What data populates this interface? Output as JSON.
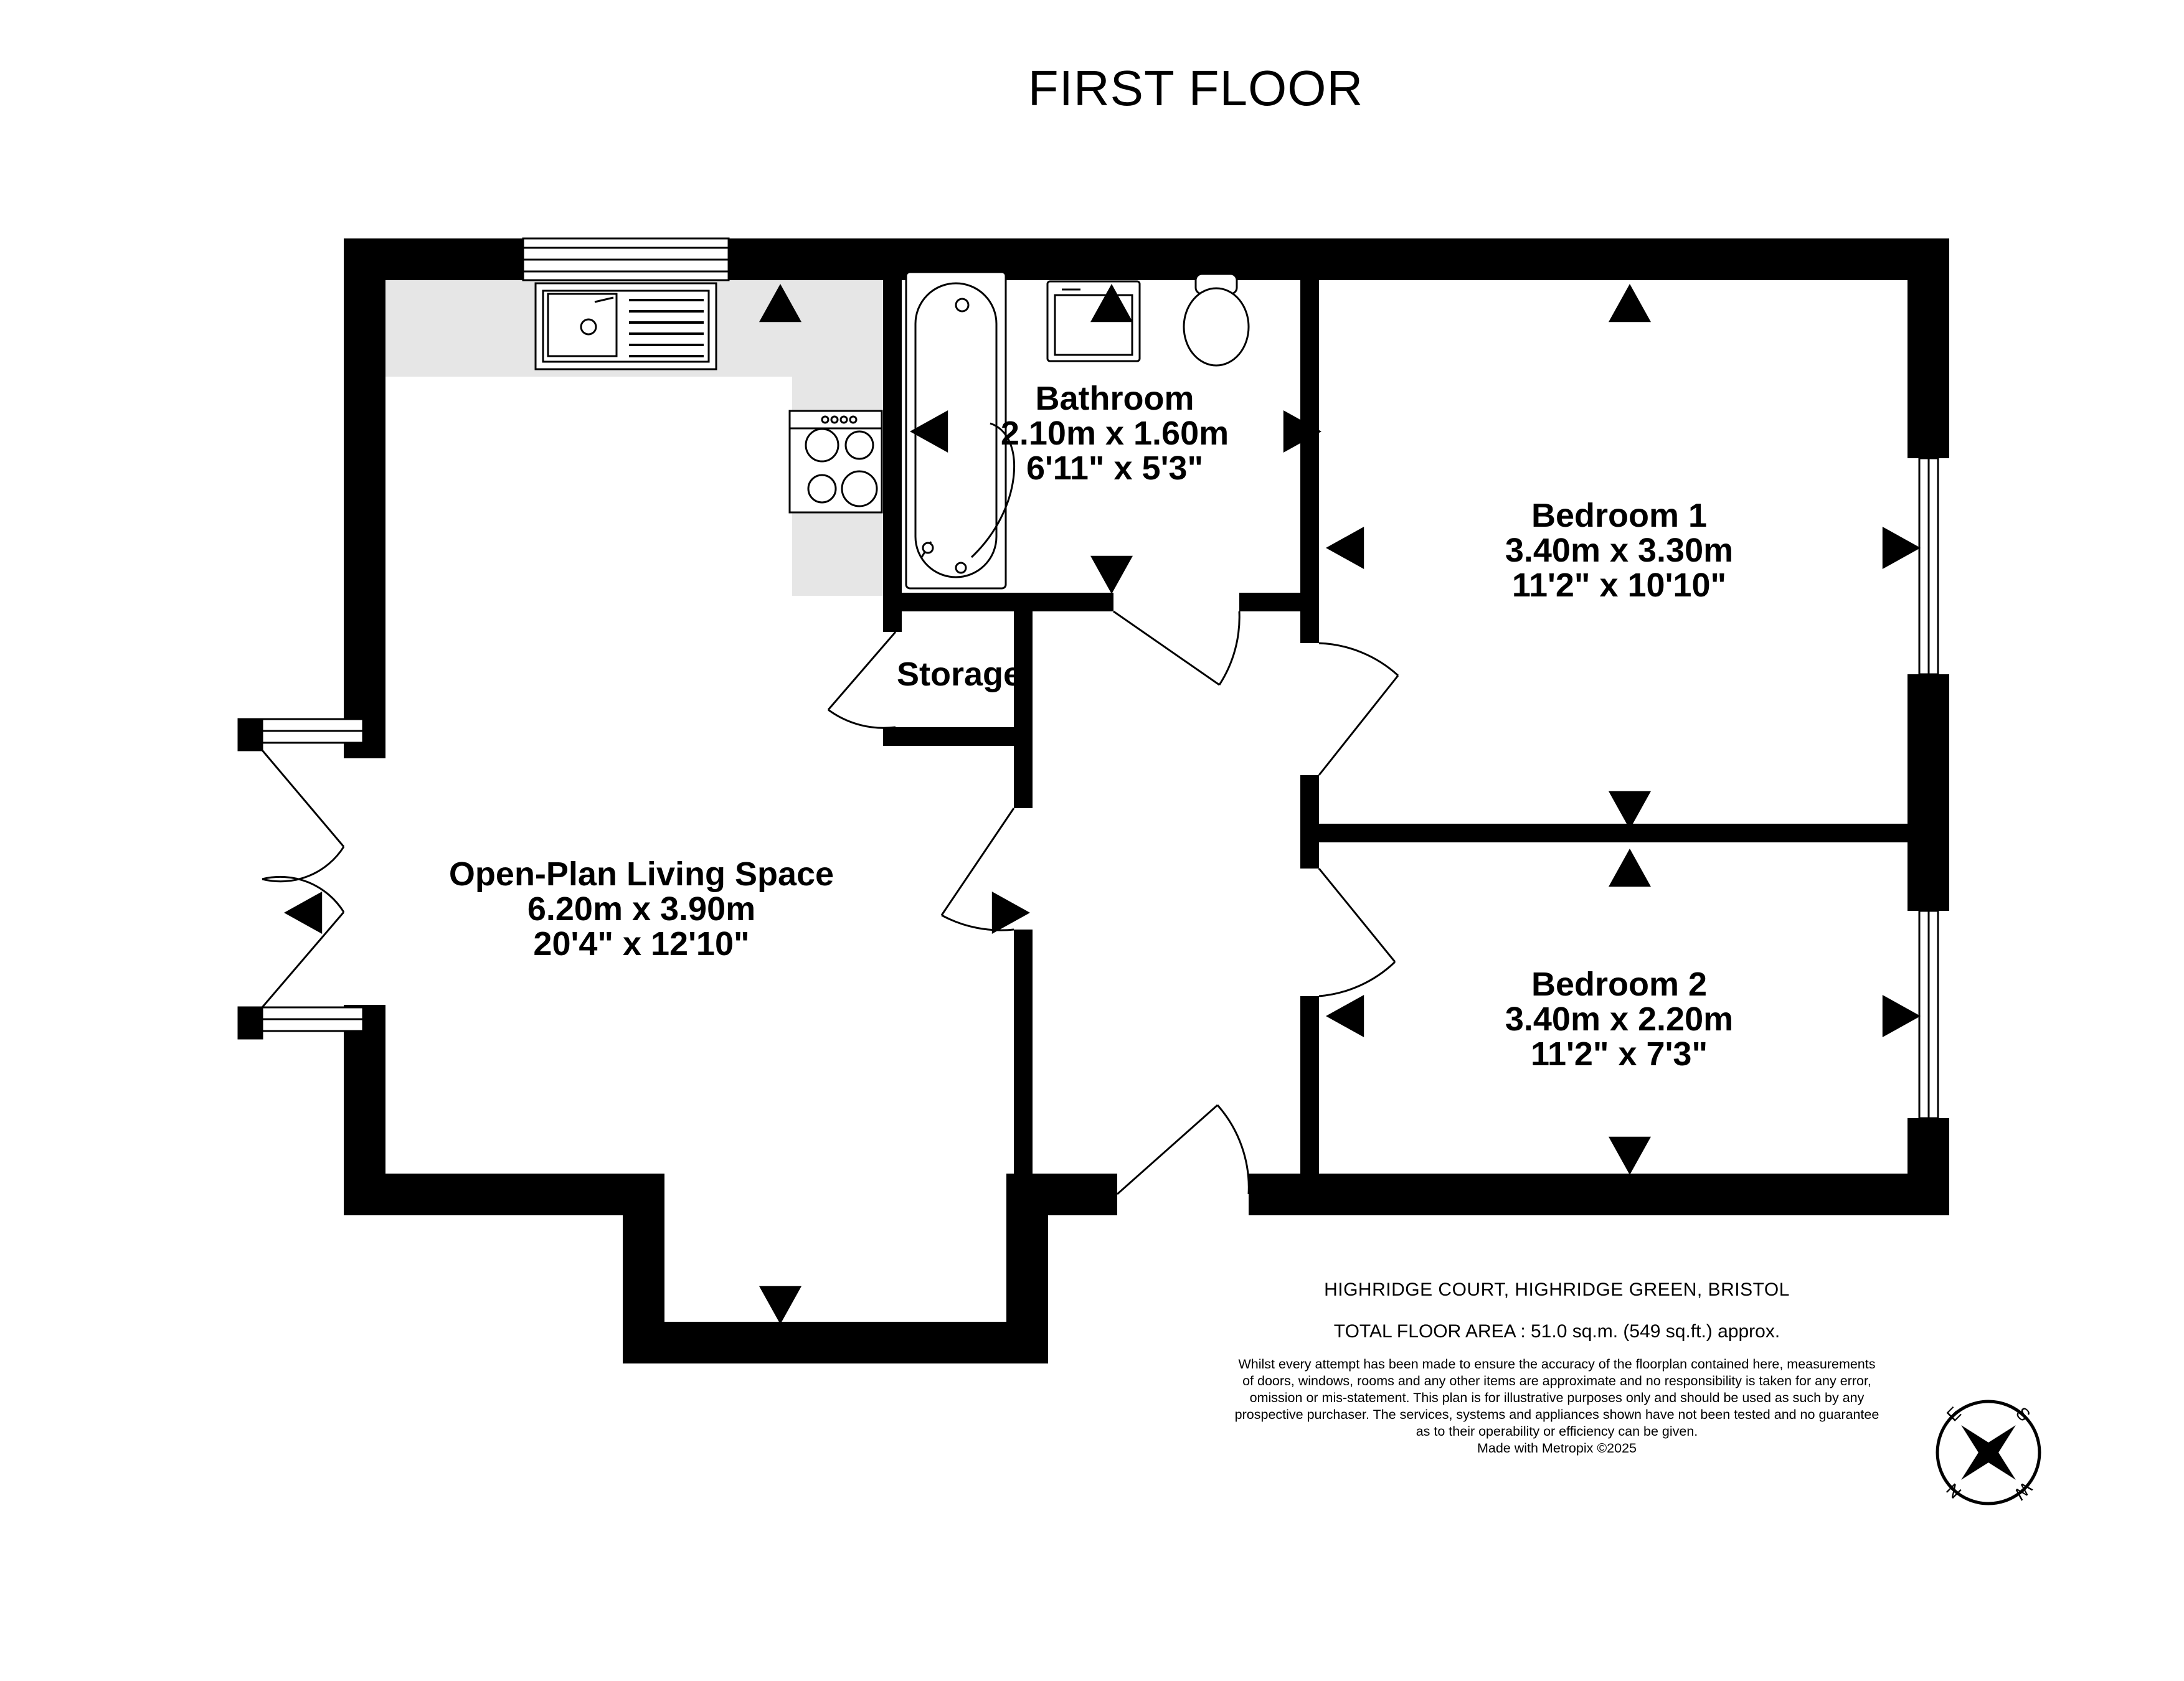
{
  "title": "FIRST FLOOR",
  "rooms": {
    "living": {
      "name": "Open-Plan Living Space",
      "metric": "6.20m  x 3.90m",
      "imperial": "20'4\"  x 12'10\""
    },
    "bathroom": {
      "name": "Bathroom",
      "metric": "2.10m  x 1.60m",
      "imperial": "6'11\"  x 5'3\""
    },
    "bedroom1": {
      "name": "Bedroom 1",
      "metric": "3.40m  x 3.30m",
      "imperial": "11'2\"  x 10'10\""
    },
    "bedroom2": {
      "name": "Bedroom 2",
      "metric": "3.40m  x 2.20m",
      "imperial": "11'2\"  x 7'3\""
    },
    "storage": {
      "name": "Storage"
    }
  },
  "address": "HIGHRIDGE COURT, HIGHRIDGE GREEN, BRISTOL",
  "total_area": "TOTAL FLOOR AREA : 51.0 sq.m. (549 sq.ft.) approx.",
  "disclaimer": [
    "Whilst every attempt has been made to ensure the accuracy of the floorplan contained here, measurements",
    "of doors, windows, rooms and any other items are approximate and no responsibility is taken for any error,",
    "omission or mis-statement. This plan is for illustrative purposes only and should be used as such by any",
    "prospective purchaser. The services, systems and appliances shown have not been tested and no guarantee",
    "as to their operability or efficiency can be given.",
    "Made with Metropix ©2025"
  ],
  "compass": {
    "letters": [
      "S",
      "W",
      "N",
      "E"
    ],
    "icon": "compass-icon"
  },
  "colors": {
    "wall": "#000000",
    "kitchen_counter": "#e6e6e6",
    "background": "#ffffff"
  }
}
